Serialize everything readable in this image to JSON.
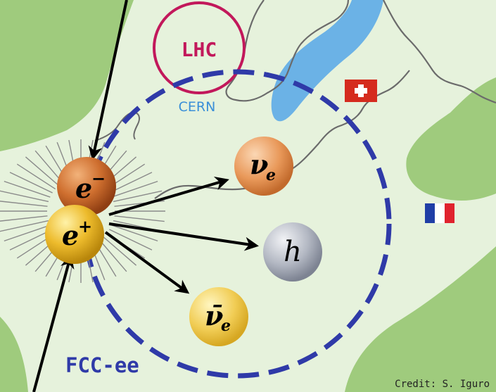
{
  "labels": {
    "lhc": "LHC",
    "cern": "CERN",
    "fcc": "FCC-ee",
    "credit": "Credit: S. Iguro"
  },
  "particles": {
    "electron": {
      "symbol": "e",
      "charge": "−"
    },
    "positron": {
      "symbol": "e",
      "charge": "+"
    },
    "neutrino": {
      "symbol": "ν",
      "sub": "e"
    },
    "higgs": {
      "symbol": "h"
    },
    "antineutrino": {
      "symbol": "ν̄",
      "sub": "e"
    }
  },
  "colors": {
    "land": "#e6f2dc",
    "green_region": "#9fcb7d",
    "lake": "#6bb2e6",
    "border": "#6b6b6b",
    "lhc_ring": "#c2185b",
    "cern_text": "#3a8fd8",
    "fcc_ring": "#2f3aa8",
    "arrow": "#000000",
    "electron": "#c9692e",
    "positron": "#e8b52a",
    "neutrino": "#e89a5c",
    "higgs": "#a3a9b6",
    "antineutrino": "#f0cc52",
    "swiss_red": "#d52b1e",
    "france_blue": "#1f3ea6",
    "france_red": "#e0232e"
  },
  "flags": [
    {
      "name": "switzerland",
      "icon": "swiss-flag-icon"
    },
    {
      "name": "france",
      "icon": "french-flag-icon"
    }
  ]
}
